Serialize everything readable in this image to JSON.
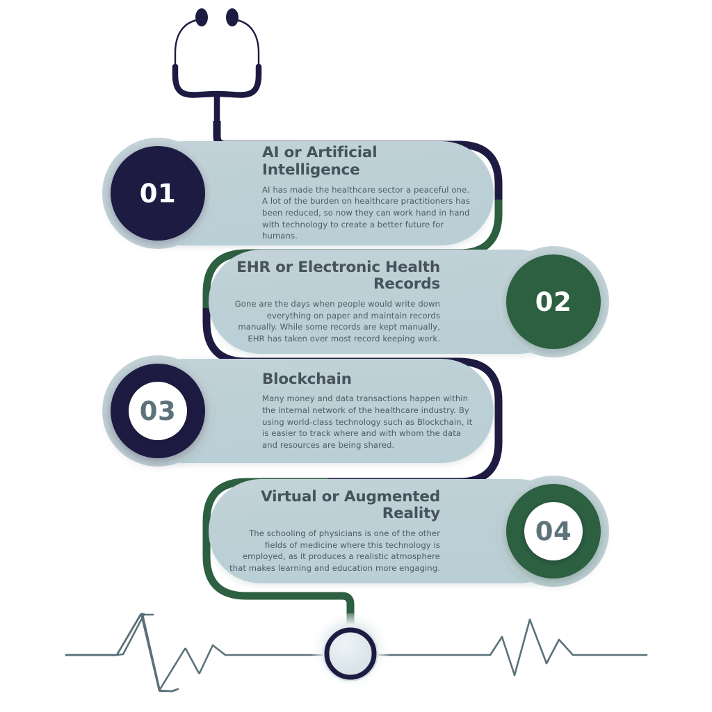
{
  "theme": {
    "navy": "#1e1b42",
    "green": "#2d5f41",
    "card_bg": "#bcd0d6",
    "halo": "#c3d3d8",
    "heading_color": "#47525b",
    "body_color": "#4e5b63",
    "ekg_color": "#5b7179",
    "number_muted": "#5d727b",
    "background": "#ffffff"
  },
  "icons": {
    "stethoscope": "stethoscope-icon",
    "chest_piece": "stethoscope-chestpiece-icon",
    "ekg": "ekg-heartbeat-line-icon"
  },
  "steps": [
    {
      "number": "01",
      "title": "AI or Artificial Intelligence",
      "body": "AI has made the healthcare sector a peaceful one. A lot of the burden on healthcare practitioners has been reduced, so now they can work hand in hand with technology to create a better future for humans.",
      "circle_style": "solid-navy",
      "align": "left"
    },
    {
      "number": "02",
      "title": "EHR or Electronic Health Records",
      "body": "Gone are the days when people would write down everything on paper and maintain records manually. While some records are kept manually, EHR has taken over most record keeping work.",
      "circle_style": "solid-green",
      "align": "right"
    },
    {
      "number": "03",
      "title": "Blockchain",
      "body": "Many money and data transactions happen within the internal network of the healthcare industry. By using world-class technology such as Blockchain, it is easier to track where and with whom the data and resources are being shared.",
      "circle_style": "ring-navy",
      "align": "left"
    },
    {
      "number": "04",
      "title": "Virtual or Augmented Reality",
      "body": "The schooling of physicians is one of the other fields of medicine where this technology is employed, as it produces a realistic atmosphere that makes learning and education more engaging.",
      "circle_style": "ring-green",
      "align": "right"
    }
  ]
}
